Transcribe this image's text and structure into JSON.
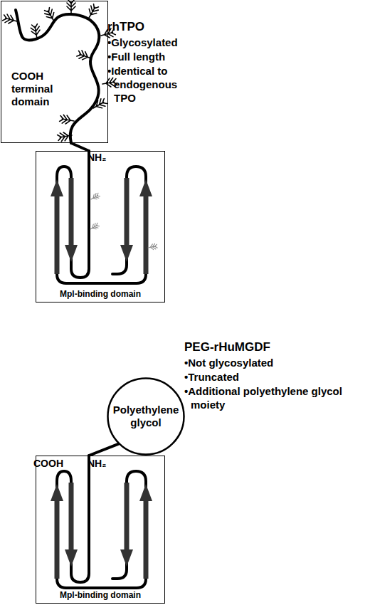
{
  "diagram": {
    "nodes": [
      {
        "text": [
          "COOH terminal domain"
        ]
      },
      {
        "text": [
          "Mpl-binding domain"
        ]
      },
      {
        "text": [
          "Polyethylene glycol"
        ]
      },
      {
        "text": [
          "Mpl-binding domain"
        ]
      }
    ],
    "edges": [
      {
        "from": 0,
        "to": 1,
        "arrow": "none"
      },
      {
        "from": 2,
        "to": 3,
        "arrow": "none"
      }
    ],
    "labels": [
      "rhTPO",
      "•Glycosylated",
      "•Full length",
      "•Identical to endogenous TPO",
      "NH₂",
      "PEG-rHuMGDF",
      "•Not glycosylated",
      "•Truncated",
      "•Additional polyethylene glycol moiety",
      "COOH",
      "NH₂"
    ]
  }
}
